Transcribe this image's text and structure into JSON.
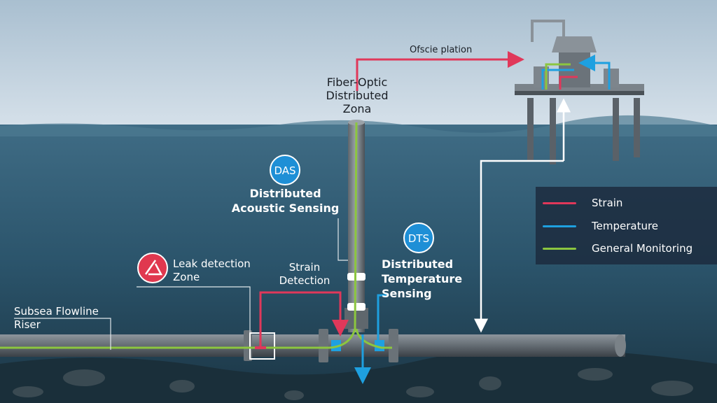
{
  "labels": {
    "top_arrow": "Ofscie plation",
    "fiber_optic": [
      "Fiber-Optic",
      "Distributed",
      "Zona"
    ],
    "das_badge": "DAS",
    "das_title": [
      "Distributed",
      "Acoustic Sensing"
    ],
    "dts_badge": "DTS",
    "dts_title": [
      "Distributed",
      "Temperature",
      "Sensing"
    ],
    "leak": [
      "Leak detection",
      "Zone"
    ],
    "strain": [
      "Strain",
      "Detection"
    ],
    "flowline": [
      "Subsea Flowline",
      "Riser"
    ]
  },
  "legend": {
    "items": [
      {
        "label": "Strain",
        "color": "#e0385a"
      },
      {
        "label": "Temperature",
        "color": "#1ea0e0"
      },
      {
        "label": "General Monitoring",
        "color": "#8cc63f"
      }
    ]
  },
  "colors": {
    "strain": "#e0385a",
    "temperature": "#1ea0e0",
    "fiber": "#8cc63f",
    "badge_blue": "#1e8fd6",
    "leak_red": "#e0384f"
  }
}
